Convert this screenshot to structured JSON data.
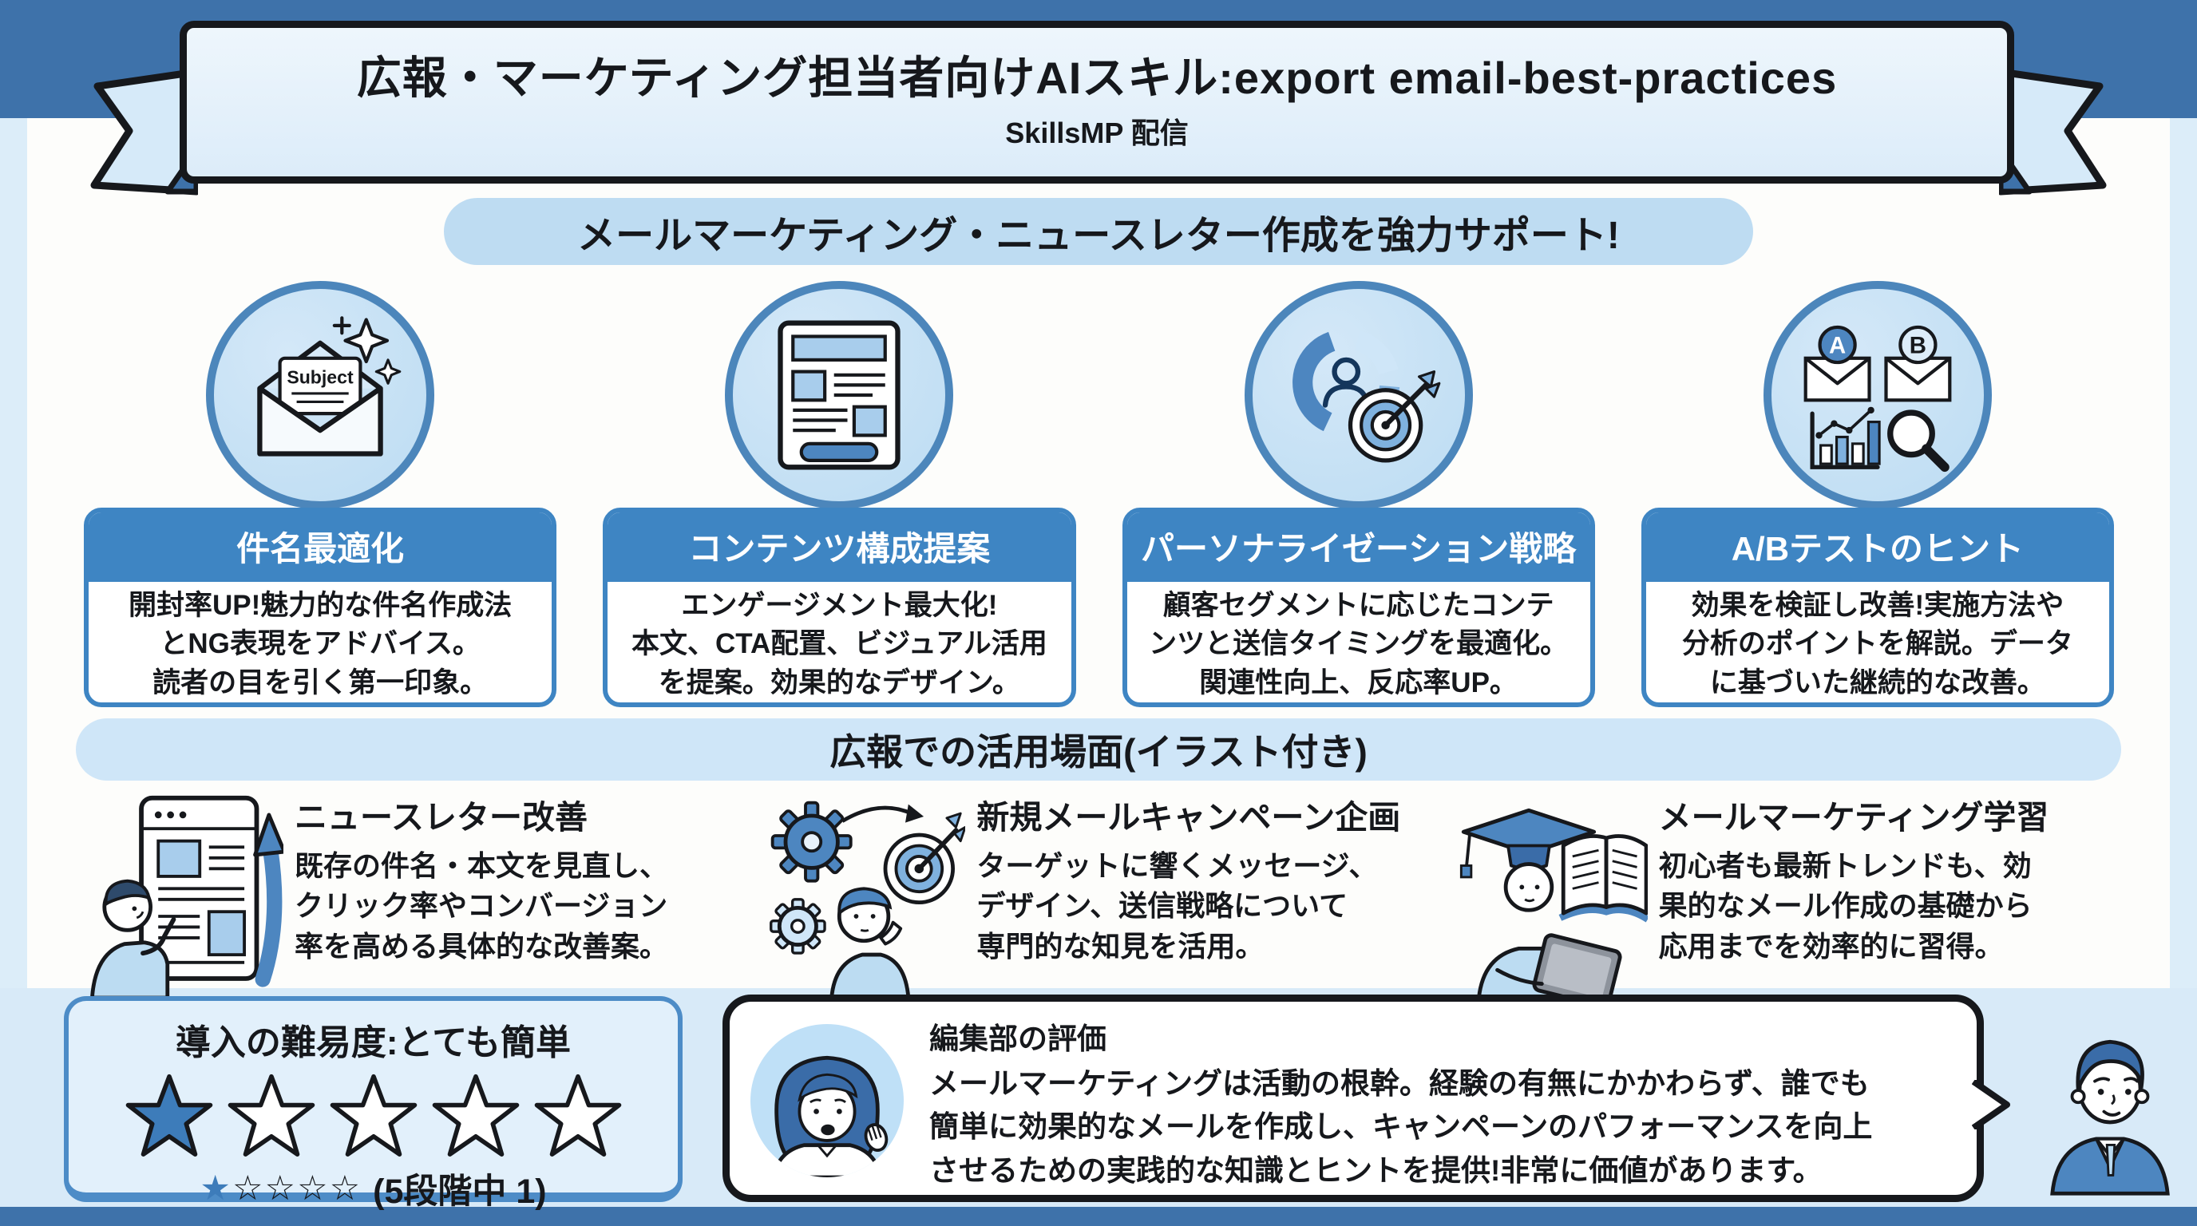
{
  "banner": {
    "title": "広報・マーケティング担当者向けAIスキル:export email-best-practices",
    "subtitle": "SkillsMP 配信"
  },
  "support_heading": "メールマーケティング・ニュースレター作成を強力サポート!",
  "features": [
    {
      "icon": "subject-envelope-icon",
      "icon_label": "Subject",
      "title": "件名最適化",
      "body": "開封率UP!魅力的な件名作成法\nとNG表現をアドバイス。\n読者の目を引く第一印象。"
    },
    {
      "icon": "newsletter-layout-icon",
      "title": "コンテンツ構成提案",
      "body": "エンゲージメント最大化!\n本文、CTA配置、ビジュアル活用\nを提案。効果的なデザイン。"
    },
    {
      "icon": "segment-target-icon",
      "title": "パーソナライゼーション戦略",
      "body": "顧客セグメントに応じたコンテ\nンツと送信タイミングを最適化。\n関連性向上、反応率UP。"
    },
    {
      "icon": "ab-test-icon",
      "ab_a": "A",
      "ab_b": "B",
      "title": "A/Bテストのヒント",
      "body": "効果を検証し改善!実施方法や\n分析のポイントを解説。データ\nに基づいた継続的な改善。"
    }
  ],
  "use_cases_heading": "広報での活用場面(イラスト付き)",
  "use_cases": [
    {
      "icon": "newsletter-review-illustration",
      "title": "ニュースレター改善",
      "body": "既存の件名・本文を見直し、\nクリック率やコンバージョン\n率を高める具体的な改善案。"
    },
    {
      "icon": "campaign-planning-illustration",
      "title": "新規メールキャンペーン企画",
      "body": "ターゲットに響くメッセージ、\nデザイン、送信戦略について\n専門的な知見を活用。"
    },
    {
      "icon": "learning-illustration",
      "title": "メールマーケティング学習",
      "body": "初心者も最新トレンドも、効\n果的なメール作成の基礎から\n応用までを効率的に習得。"
    }
  ],
  "difficulty": {
    "title": "導入の難易度:とても簡単",
    "rating": 1,
    "scale": 5,
    "mini_filled": "★",
    "mini_empty": "☆☆☆☆",
    "note": "(5段階中 1)"
  },
  "editorial": {
    "heading": "編集部の評価",
    "body": "メールマーケティングは活動の根幹。経験の有無にかかわらず、誰でも\n簡単に効果的なメールを作成し、キャンペーンのパフォーマンスを向上\nさせるための実践的な知識とヒントを提供!非常に価値があります。"
  },
  "colors": {
    "band_blue": "#3e72aa",
    "card_header_blue": "#3e85c3",
    "accent_blue": "#4d86c0",
    "light_blue": "#d8eaf8",
    "star_blue": "#3d7cba"
  }
}
